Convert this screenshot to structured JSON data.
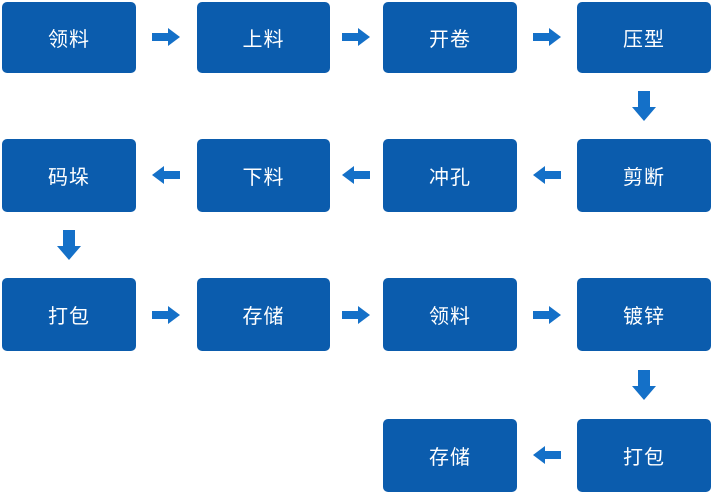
{
  "colors": {
    "background": "#ffffff",
    "node_fill": "#0b5cad",
    "arrow_fill": "#1470c8",
    "node_text": "#ffffff"
  },
  "nodes": [
    {
      "label": "领料"
    },
    {
      "label": "上料"
    },
    {
      "label": "开卷"
    },
    {
      "label": "压型"
    },
    {
      "label": "码垛"
    },
    {
      "label": "下料"
    },
    {
      "label": "冲孔"
    },
    {
      "label": "剪断"
    },
    {
      "label": "打包"
    },
    {
      "label": "存储"
    },
    {
      "label": "领料"
    },
    {
      "label": "镀锌"
    },
    {
      "label": "存储"
    },
    {
      "label": "打包"
    }
  ],
  "arrows": [
    {
      "direction": "right",
      "from": "领料",
      "to": "上料"
    },
    {
      "direction": "right",
      "from": "上料",
      "to": "开卷"
    },
    {
      "direction": "right",
      "from": "开卷",
      "to": "压型"
    },
    {
      "direction": "down",
      "from": "压型",
      "to": "剪断"
    },
    {
      "direction": "left",
      "from": "剪断",
      "to": "冲孔"
    },
    {
      "direction": "left",
      "from": "冲孔",
      "to": "下料"
    },
    {
      "direction": "left",
      "from": "下料",
      "to": "码垛"
    },
    {
      "direction": "down",
      "from": "码垛",
      "to": "打包"
    },
    {
      "direction": "right",
      "from": "打包",
      "to": "存储"
    },
    {
      "direction": "right",
      "from": "存储",
      "to": "领料"
    },
    {
      "direction": "right",
      "from": "领料",
      "to": "镀锌"
    },
    {
      "direction": "down",
      "from": "镀锌",
      "to": "打包"
    },
    {
      "direction": "left",
      "from": "打包",
      "to": "存储"
    }
  ]
}
